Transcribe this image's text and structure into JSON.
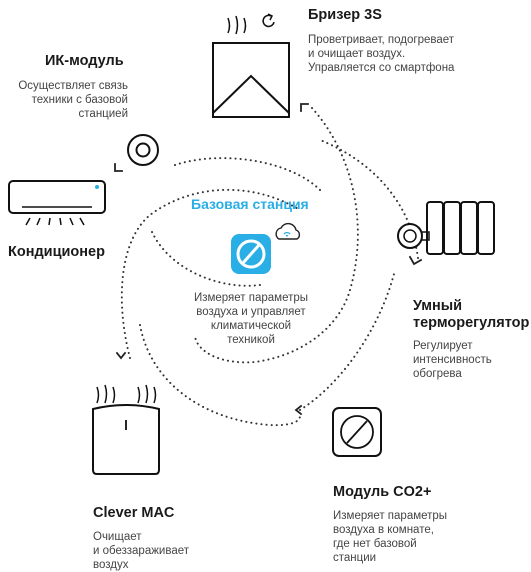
{
  "accent_color": "#2aaee6",
  "text_color": "#1a1a1a",
  "center": {
    "title": "Базовая станция",
    "description": "Измеряет параметры\nвоздуха и управляет\nклиматической\nтехникой",
    "icon": "base-station-icon",
    "badge_icon": "cloud-wifi-icon"
  },
  "devices": {
    "breezer": {
      "title": "Бризер 3S",
      "description": "Проветривает, подогревает\nи очищает воздух.\nУправляется со смартфона",
      "icon": "breezer-icon"
    },
    "ir_module": {
      "title": "ИК-модуль",
      "description": "Осуществляет связь\nтехники с базовой\nстанцией",
      "icon": "ir-module-icon"
    },
    "conditioner": {
      "title": "Кондиционер",
      "icon": "air-conditioner-icon"
    },
    "thermostat": {
      "title": "Умный\nтерморегулятор",
      "description": "Регулирует\nинтенсивность\nобогрева",
      "icon": "radiator-icon"
    },
    "co2": {
      "title": "Модуль CO2+",
      "description": "Измеряет параметры\nвоздуха в комнате,\nгде нет базовой\nстанции",
      "icon": "co2-module-icon"
    },
    "clever_mac": {
      "title": "Clever MAC",
      "description": "Очищает\nи обеззараживает\nвоздух",
      "icon": "air-purifier-icon"
    }
  }
}
